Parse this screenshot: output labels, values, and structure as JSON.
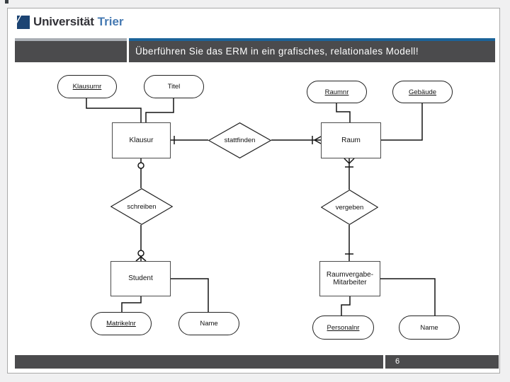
{
  "logo": {
    "institution": "Universität",
    "city": "Trier"
  },
  "title_bar": {
    "text": "Überführen Sie das ERM in ein grafisches, relationales Modell!"
  },
  "footer": {
    "page_number": "6"
  },
  "colors": {
    "page_background": "#f0f0f1",
    "slide_background": "#ffffff",
    "bar_dark_gray": "#4b4b4d",
    "accent_gray": "#a9aeb4",
    "accent_blue": "#1c6399",
    "logo_blue": "#1c4473",
    "logo_city_blue": "#4579b2",
    "diagram_stroke": "#141414"
  },
  "diagram": {
    "entities": [
      {
        "id": "klausur",
        "label": "Klausur"
      },
      {
        "id": "raum",
        "label": "Raum"
      },
      {
        "id": "student",
        "label": "Student"
      },
      {
        "id": "raumvergabe_mitarbeiter",
        "label": "Raumvergabe-Mitarbeiter"
      }
    ],
    "relationships": [
      {
        "id": "stattfinden",
        "label": "stattfinden",
        "between": [
          "Klausur",
          "Raum"
        ],
        "klausur_end_marker": "one-bar",
        "raum_end_marker": "bar-and-crowfoot"
      },
      {
        "id": "schreiben",
        "label": "schreiben",
        "between": [
          "Klausur",
          "Student"
        ],
        "klausur_end_marker": "optional-circle",
        "student_end_marker": "circle-and-crowfoot"
      },
      {
        "id": "vergeben",
        "label": "vergeben",
        "between": [
          "Raum",
          "Raumvergabe-Mitarbeiter"
        ],
        "raum_end_marker": "crowfoot-and-bar",
        "mitarbeiter_end_marker": "one-bar"
      }
    ],
    "attributes": [
      {
        "id": "klausurnr",
        "label": "Klausurnr",
        "key": true,
        "of": "Klausur"
      },
      {
        "id": "titel",
        "label": "Titel",
        "key": false,
        "of": "Klausur"
      },
      {
        "id": "raumnr",
        "label": "Raumnr",
        "key": true,
        "of": "Raum"
      },
      {
        "id": "gebaeude",
        "label": "Gebäude",
        "key": true,
        "of": "Raum"
      },
      {
        "id": "matrikelnr",
        "label": "Matrikelnr",
        "key": true,
        "of": "Student"
      },
      {
        "id": "name_student",
        "label": "Name",
        "key": false,
        "of": "Student"
      },
      {
        "id": "personalnr",
        "label": "Personalnr",
        "key": true,
        "of": "Raumvergabe-Mitarbeiter"
      },
      {
        "id": "name_mitarbeiter",
        "label": "Name",
        "key": false,
        "of": "Raumvergabe-Mitarbeiter"
      }
    ]
  }
}
